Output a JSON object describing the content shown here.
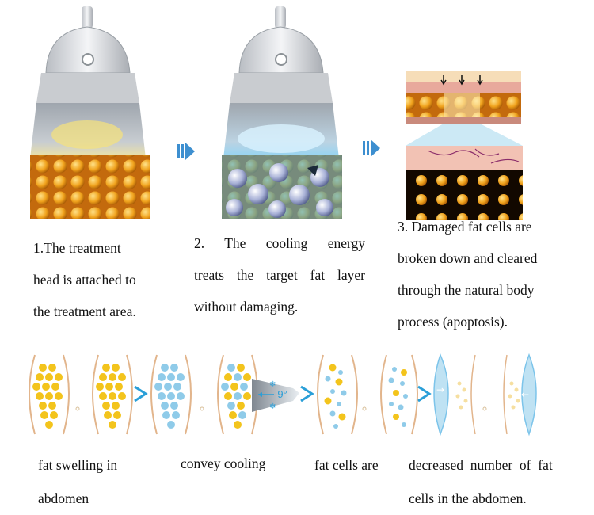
{
  "steps": [
    {
      "lines": [
        "1.The treatment",
        "head is attached to",
        "the treatment area."
      ]
    },
    {
      "lines": [
        "2.  The  cooling  energy",
        "treats the target fat layer",
        "without damaging."
      ]
    },
    {
      "lines": [
        "3. Damaged fat cells are",
        "broken down and cleared",
        "through the natural body",
        "process (apoptosis)."
      ]
    }
  ],
  "bottom": [
    {
      "lines": [
        "fat swelling in",
        "abdomen"
      ]
    },
    {
      "lines": [
        "convey cooling"
      ]
    },
    {
      "lines": [
        "fat cells are"
      ]
    },
    {
      "lines": [
        "decreased  number  of  fat",
        "cells in the abdomen."
      ]
    }
  ],
  "cooling_label": "-9°",
  "colors": {
    "fat": "#f2c21a",
    "cold": "#7cc4ea",
    "arrow": "#2a9fd8",
    "skin": "#e8b98a"
  }
}
